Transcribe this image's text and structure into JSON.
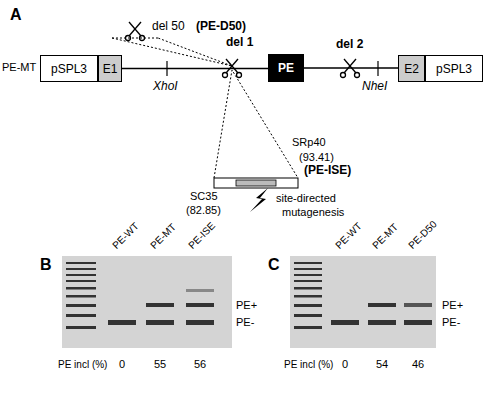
{
  "diagram": {
    "nodes": [
      {
        "text": [
          "pSPL3"
        ]
      },
      {
        "text": [
          "E1"
        ]
      },
      {
        "text": [
          "PE"
        ]
      },
      {
        "text": [
          "E2"
        ]
      },
      {
        "text": [
          "pSPL3"
        ]
      }
    ],
    "edges": [
      {
        "from": 1,
        "to": 2,
        "arrow": "none"
      },
      {
        "from": 2,
        "to": 3,
        "arrow": "none"
      }
    ],
    "labels": [
      "A",
      "PE-MT",
      "del 50",
      "(PE-D50)",
      "del 1",
      "del 2",
      "XhoI",
      "NheI",
      "SRp40",
      "(93.41)",
      "(PE-ISE)",
      "SC35",
      "(82.85)",
      "site-directed",
      "mutagenesis",
      "B",
      "PE-WT",
      "PE-MT",
      "PE-ISE",
      "PE+",
      "PE-",
      "PE incl (%)",
      "0",
      "55",
      "56",
      "C",
      "PE-WT",
      "PE-MT",
      "PE-D50",
      "PE+",
      "PE-",
      "PE incl (%)",
      "0",
      "54",
      "46"
    ]
  }
}
